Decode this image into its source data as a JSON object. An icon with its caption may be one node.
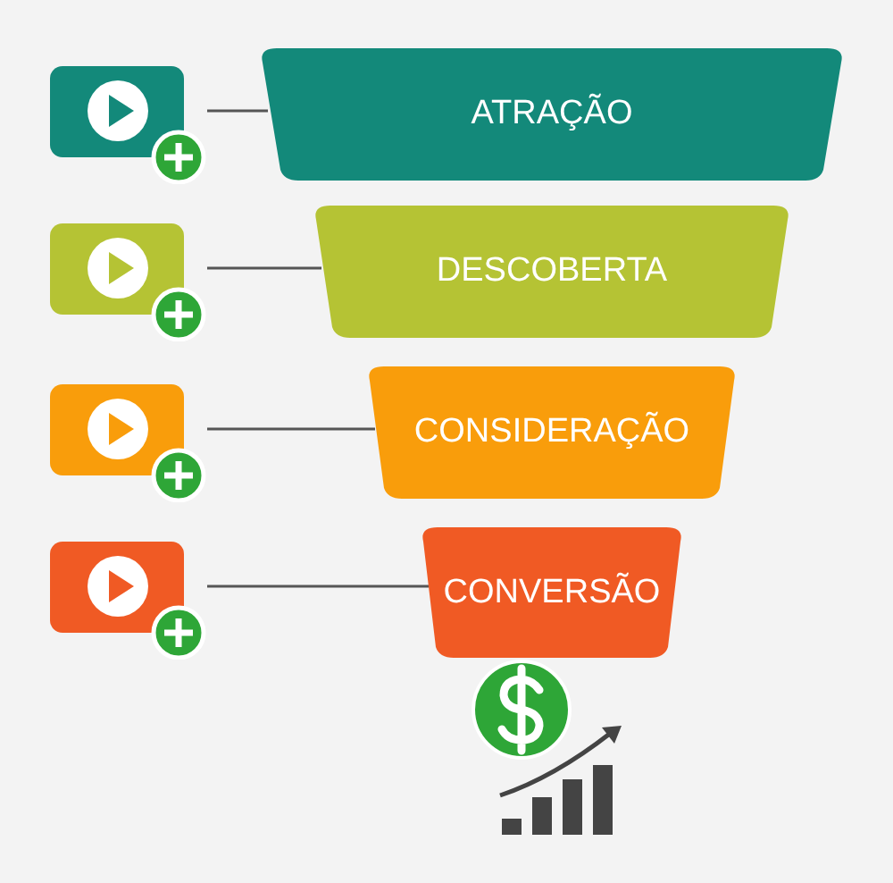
{
  "diagram": {
    "nodes": [
      {
        "text": [
          "ATRAÇÃO"
        ]
      },
      {
        "text": [
          "DESCOBERTA"
        ]
      },
      {
        "text": [
          "CONSIDERAÇÃO"
        ]
      },
      {
        "text": [
          "CONVERSÃO"
        ]
      },
      {
        "text": [],
        "shape": "box"
      },
      {
        "text": [],
        "shape": "box"
      },
      {
        "text": [],
        "shape": "box"
      },
      {
        "text": [],
        "shape": "box"
      }
    ],
    "edges": [
      {
        "from": 4,
        "to": 0,
        "arrow": "none"
      },
      {
        "from": 5,
        "to": 1,
        "arrow": "none"
      },
      {
        "from": 6,
        "to": 2,
        "arrow": "none"
      },
      {
        "from": 7,
        "to": 3,
        "arrow": "none"
      }
    ]
  }
}
